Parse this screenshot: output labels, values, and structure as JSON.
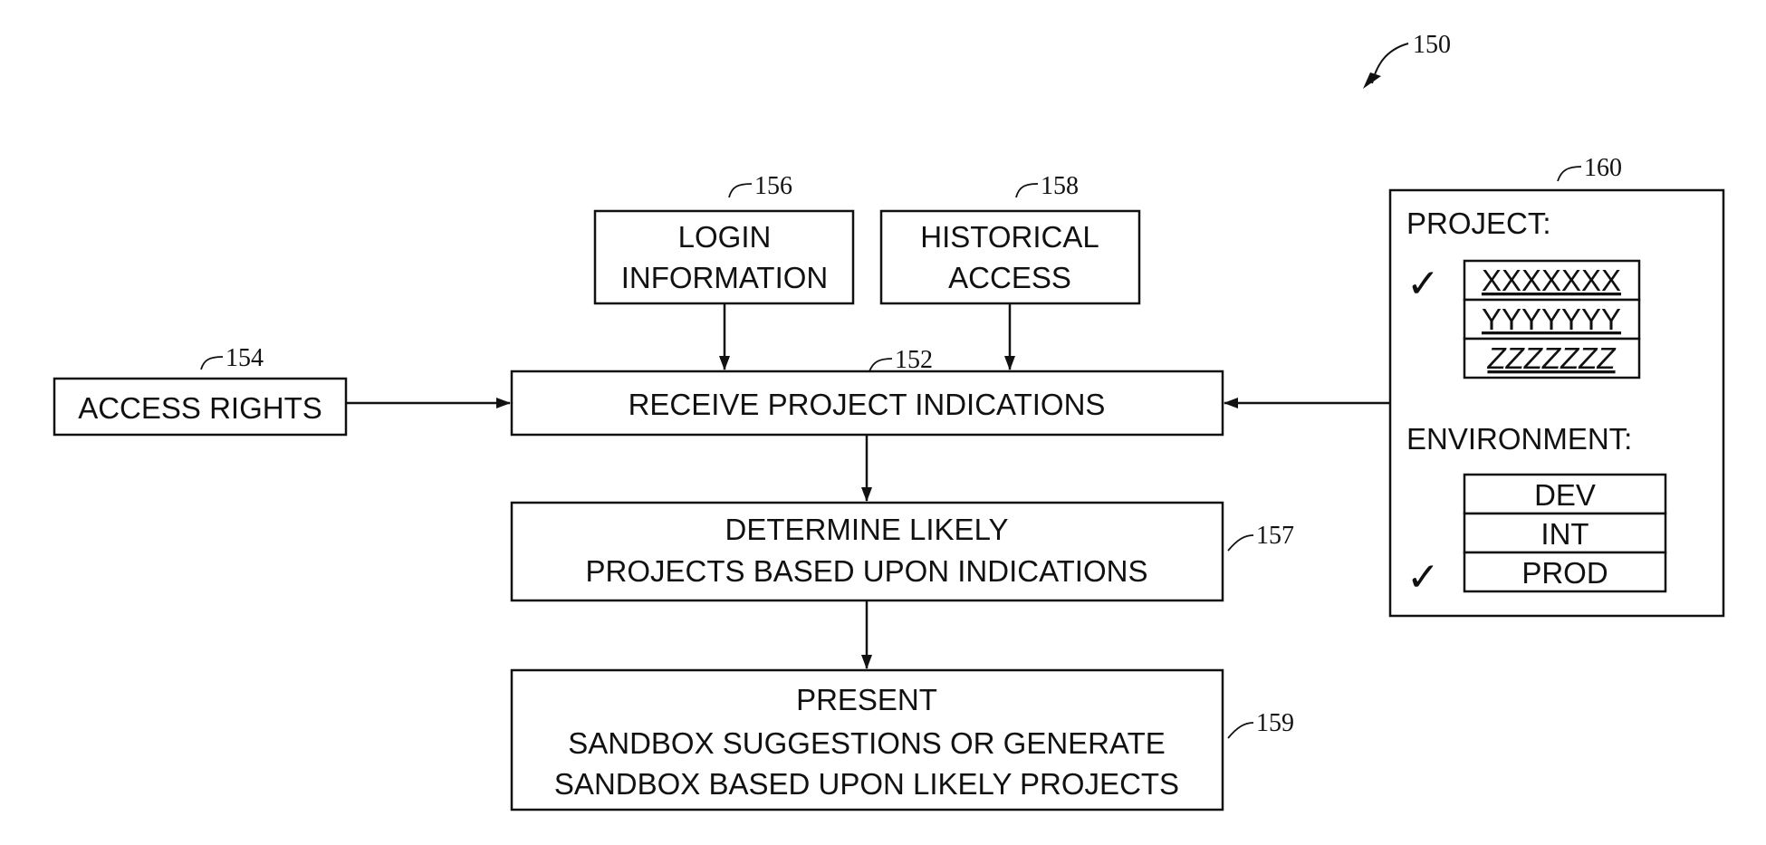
{
  "diagram": {
    "figure_ref": "150",
    "boxes": {
      "access_rights": {
        "ref": "154",
        "lines": [
          "ACCESS RIGHTS"
        ]
      },
      "login_information": {
        "ref": "156",
        "lines": [
          "LOGIN",
          "INFORMATION"
        ]
      },
      "historical_access": {
        "ref": "158",
        "lines": [
          "HISTORICAL",
          "ACCESS"
        ]
      },
      "receive_project_indications": {
        "ref": "152",
        "lines": [
          "RECEIVE PROJECT INDICATIONS"
        ]
      },
      "determine_likely_projects": {
        "ref": "157",
        "lines": [
          "DETERMINE LIKELY",
          "PROJECTS BASED UPON INDICATIONS"
        ]
      },
      "present_sandbox": {
        "ref": "159",
        "lines": [
          "PRESENT",
          "SANDBOX SUGGESTIONS OR GENERATE",
          "SANDBOX BASED UPON LIKELY PROJECTS"
        ]
      }
    },
    "selection_panel": {
      "ref": "160",
      "project_label": "PROJECT:",
      "projects": [
        {
          "name": "XXXXXXX",
          "checked": true
        },
        {
          "name": "YYYYYYY",
          "checked": false
        },
        {
          "name": "ZZZZZZZ",
          "checked": false
        }
      ],
      "environment_label": "ENVIRONMENT:",
      "environments": [
        {
          "name": "DEV",
          "checked": false
        },
        {
          "name": "INT",
          "checked": false
        },
        {
          "name": "PROD",
          "checked": true
        }
      ],
      "check_symbol": "✓"
    },
    "flows": [
      [
        "login_information",
        "receive_project_indications"
      ],
      [
        "historical_access",
        "receive_project_indications"
      ],
      [
        "access_rights",
        "receive_project_indications"
      ],
      [
        "selection_panel",
        "receive_project_indications"
      ],
      [
        "receive_project_indications",
        "determine_likely_projects"
      ],
      [
        "determine_likely_projects",
        "present_sandbox"
      ]
    ]
  }
}
